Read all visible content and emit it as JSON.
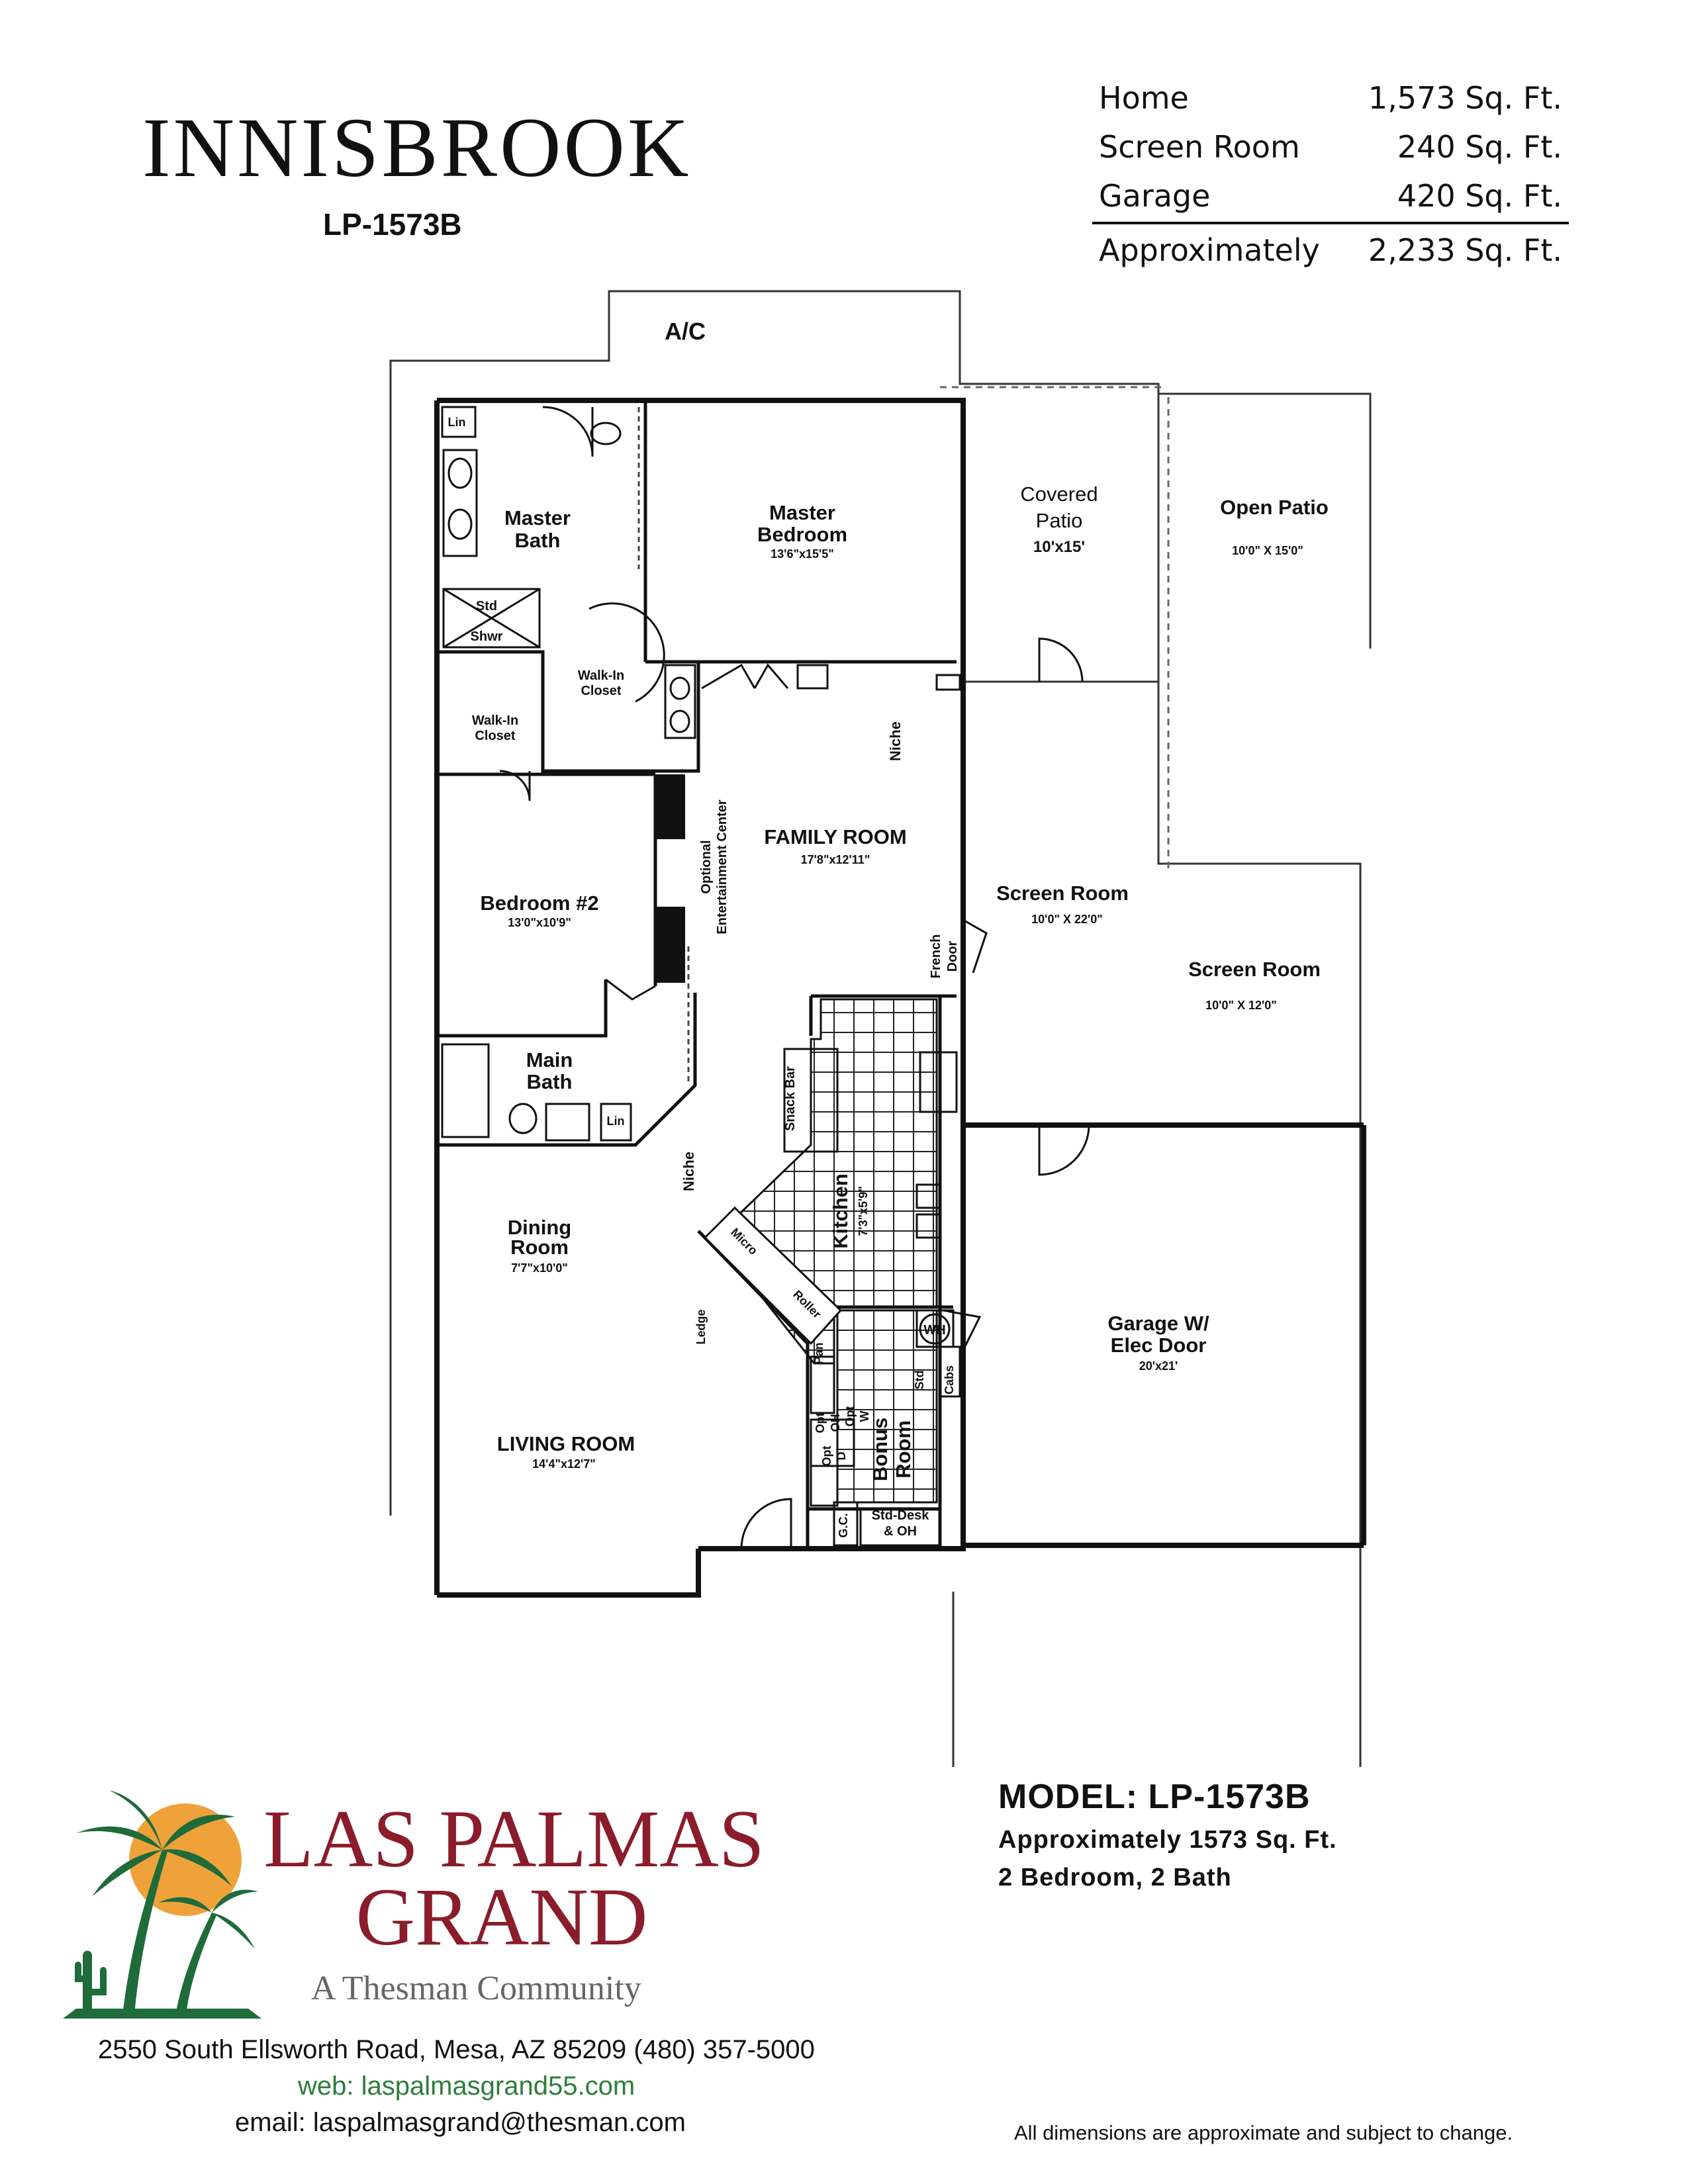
{
  "header": {
    "title": "INNISBROOK",
    "model_code": "LP-1573B"
  },
  "area_summary": [
    {
      "label": "Home",
      "value": "1,573 Sq. Ft."
    },
    {
      "label": "Screen Room",
      "value": "240 Sq. Ft."
    },
    {
      "label": "Garage",
      "value": "420 Sq. Ft."
    },
    {
      "label": "Approximately",
      "value": "2,233 Sq. Ft."
    }
  ],
  "floor_plan": {
    "ac": "A/C",
    "master_bath": [
      "Master",
      "Bath"
    ],
    "lin": "Lin",
    "std_shwr": [
      "Std",
      "Shwr"
    ],
    "master_bedroom": [
      "Master",
      "Bedroom"
    ],
    "master_bedroom_dim": "13'6\"x15'5\"",
    "covered_patio": [
      "Covered",
      "Patio"
    ],
    "covered_patio_dim": "10'x15'",
    "open_patio": "Open Patio",
    "open_patio_dim": "10'0\" X 15'0\"",
    "walk_in_closet": [
      "Walk-In",
      "Closet"
    ],
    "niche": "Niche",
    "family_room": "FAMILY ROOM",
    "family_room_dim": "17'8\"x12'11\"",
    "optional": "Optional",
    "entertainment_center": "Entertainment Center",
    "screen_room_1": "Screen Room",
    "screen_room_1_dim": "10'0\" X 22'0\"",
    "screen_room_2": "Screen Room",
    "screen_room_2_dim": "10'0\" X 12'0\"",
    "french_door": [
      "French",
      "Door"
    ],
    "bedroom_2": "Bedroom #2",
    "bedroom_2_dim": "13'0\"x10'9\"",
    "main_bath": [
      "Main",
      "Bath"
    ],
    "snack_bar": "Snack Bar",
    "kitchen": "Kitchen",
    "kitchen_dim": "7'3\"x5'9\"",
    "pan": "Pan",
    "micro": "Micro",
    "roller": "Roller",
    "ledge": "Ledge",
    "wh": "WH",
    "std_cabs": [
      "Std",
      "Cabs"
    ],
    "bonus_room": [
      "Bonus",
      "Room"
    ],
    "opt_oh": [
      "Opt",
      "OH"
    ],
    "opt_w": [
      "Opt",
      "W"
    ],
    "opt_d": [
      "Opt",
      "D"
    ],
    "gc": "G.C.",
    "std_desk": [
      "Std-Desk",
      "& OH"
    ],
    "dining_room": [
      "Dining",
      "Room"
    ],
    "dining_room_dim": "7'7\"x10'0\"",
    "living_room": "LIVING ROOM",
    "living_room_dim": "14'4\"x12'7\"",
    "garage": [
      "Garage W/",
      "Elec Door"
    ],
    "garage_dim": "20'x21'"
  },
  "model_info": {
    "name": "MODEL:  LP-1573B",
    "area": "Approximately  1573  Sq.  Ft.",
    "rooms": "2 Bedroom,  2  Bath"
  },
  "brand": {
    "line1": "LAS PALMAS",
    "line2": "GRAND",
    "tagline": "A Thesman Community",
    "colors": {
      "brand": "#8a1c2b",
      "palm": "#1f6b3a",
      "sun": "#f0a23a",
      "web": "#2e7d3c"
    }
  },
  "contact": {
    "address": "2550 South Ellsworth Road,  Mesa, AZ 85209     (480) 357-5000",
    "web": "web: laspalmasgrand55.com",
    "email": "email: laspalmasgrand@thesman.com"
  },
  "disclaimer": "All dimensions are approximate and subject to change."
}
